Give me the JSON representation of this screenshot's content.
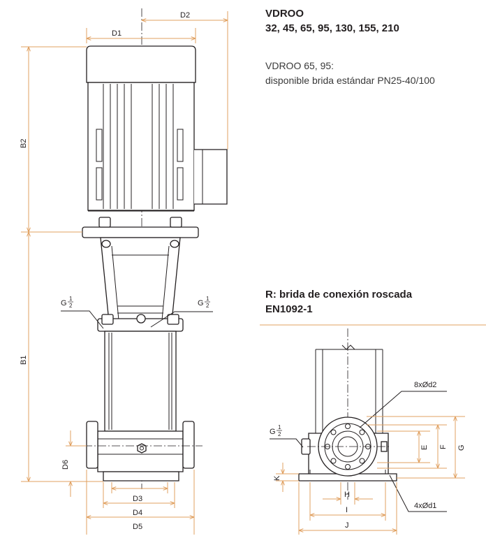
{
  "header": {
    "title_line1": "VDROO",
    "title_line2": "32, 45, 65, 95, 130, 155, 210",
    "note_line1": "VDROO 65, 95:",
    "note_line2": "disponible brida estándar PN25-40/100"
  },
  "section": {
    "line1": "R: brida de conexión roscada",
    "line2": "EN1092-1"
  },
  "main_labels": {
    "d1": "D1",
    "d2": "D2",
    "b1": "B1",
    "b2": "B2",
    "g_left": "G",
    "g_right": "G",
    "g_frac_num": "1",
    "g_frac_den": "2",
    "d3": "D3",
    "d4": "D4",
    "d5": "D5",
    "d6": "D6"
  },
  "detail_labels": {
    "bolt_holes_top": "8xØd2",
    "bolt_holes_base": "4xØd1",
    "g": "G",
    "g_frac_num": "1",
    "g_frac_den": "2",
    "e": "E",
    "f": "F",
    "g_dim": "G",
    "h": "H",
    "i": "I",
    "j": "J",
    "k": "K"
  },
  "colors": {
    "dimension": "#e0a060",
    "outline": "#231f20",
    "rule": "#e0a060"
  }
}
